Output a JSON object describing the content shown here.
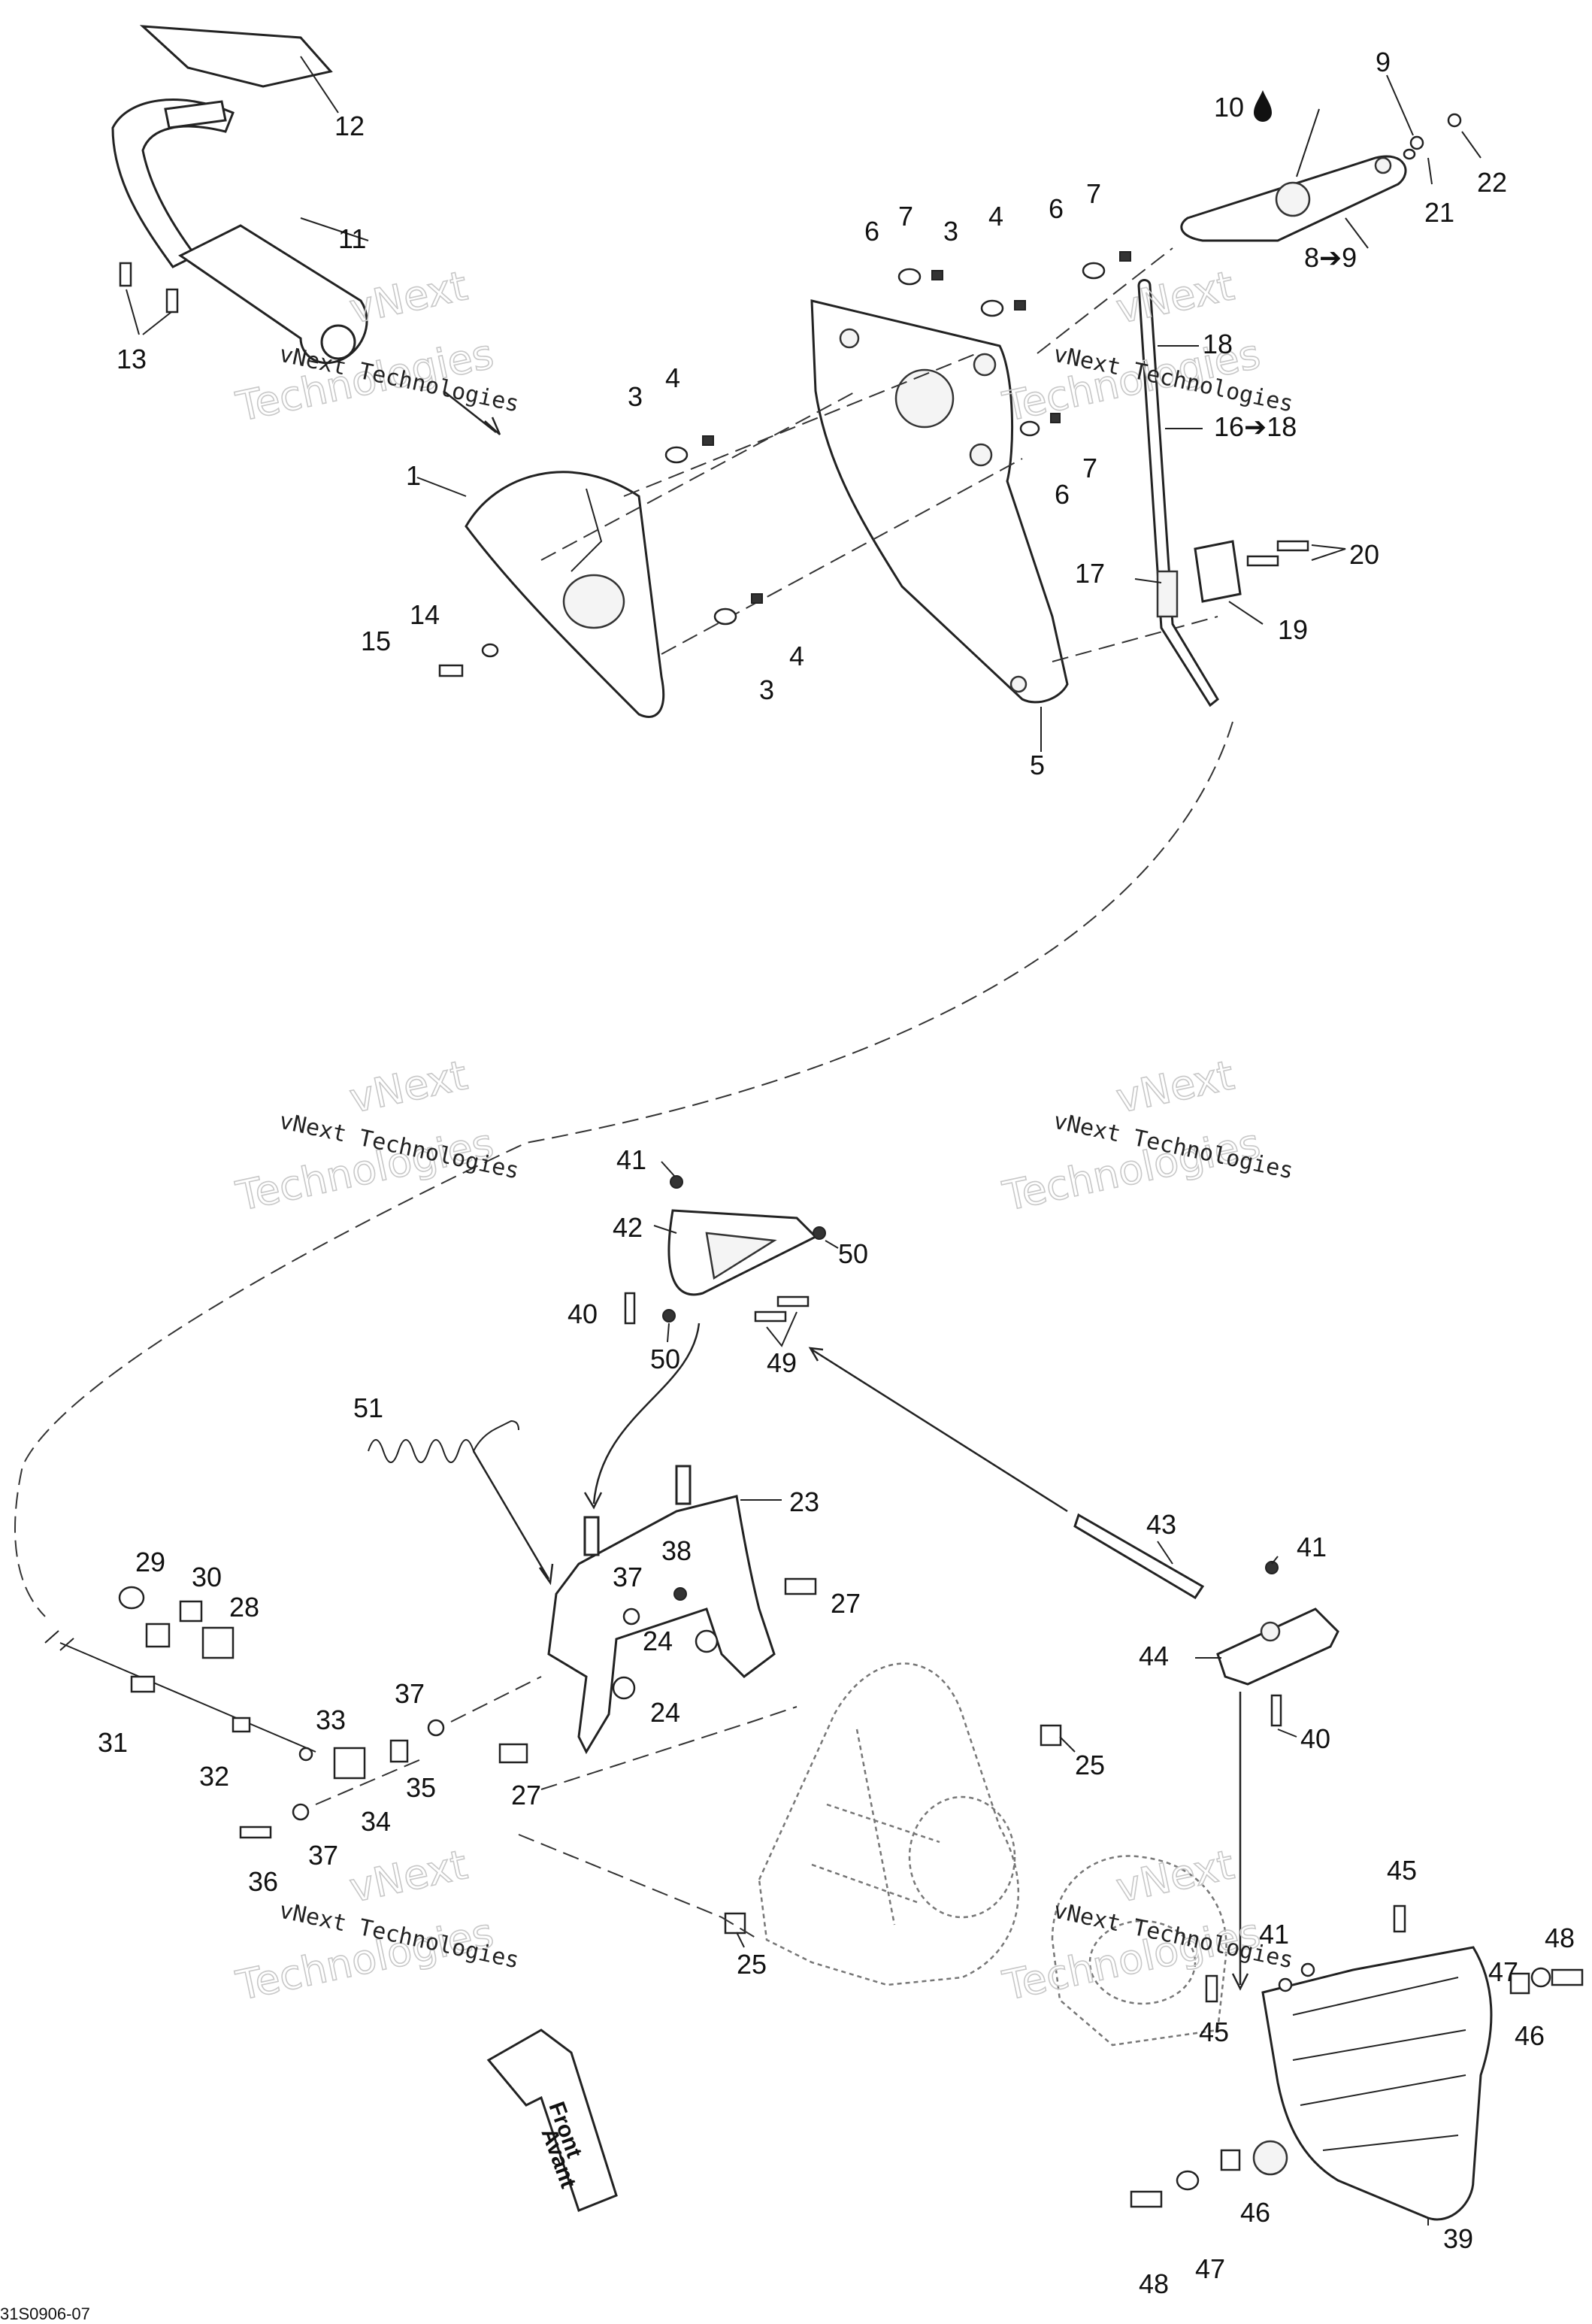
{
  "diagram_code": "31S0906-07",
  "front_badge": {
    "line1": "Front",
    "line2": "Avant"
  },
  "watermark": {
    "line1": "vNext Technologies",
    "line2": "vNext",
    "line3": "Technologies"
  },
  "labels": {
    "l1": "1",
    "l3a": "3",
    "l3b": "3",
    "l3c": "3",
    "l4a": "4",
    "l4b": "4",
    "l4c": "4",
    "l5": "5",
    "l6a": "6",
    "l6b": "6",
    "l6c": "6",
    "l7a": "7",
    "l7b": "7",
    "l7c": "7",
    "l8": "8➔9",
    "l9": "9",
    "l10": "10",
    "l11": "11",
    "l12": "12",
    "l13": "13",
    "l14": "14",
    "l15": "15",
    "l16": "16➔18",
    "l17": "17",
    "l18": "18",
    "l19": "19",
    "l20": "20",
    "l21": "21",
    "l22": "22",
    "l23": "23",
    "l24a": "24",
    "l24b": "24",
    "l25a": "25",
    "l25b": "25",
    "l27a": "27",
    "l27b": "27",
    "l28": "28",
    "l29": "29",
    "l30": "30",
    "l31": "31",
    "l32": "32",
    "l33": "33",
    "l34": "34",
    "l35": "35",
    "l36": "36",
    "l37a": "37",
    "l37b": "37",
    "l37c": "37",
    "l38": "38",
    "l39": "39",
    "l40a": "40",
    "l40b": "40",
    "l41a": "41",
    "l41b": "41",
    "l41c": "41",
    "l42": "42",
    "l43": "43",
    "l44": "44",
    "l45a": "45",
    "l45b": "45",
    "l46a": "46",
    "l46b": "46",
    "l47a": "47",
    "l47b": "47",
    "l48a": "48",
    "l48b": "48",
    "l49": "49",
    "l50a": "50",
    "l50b": "50",
    "l51": "51"
  },
  "icons": {
    "oil_drop": "oil-drop-icon",
    "front_arrow": "front-arrow-icon"
  }
}
